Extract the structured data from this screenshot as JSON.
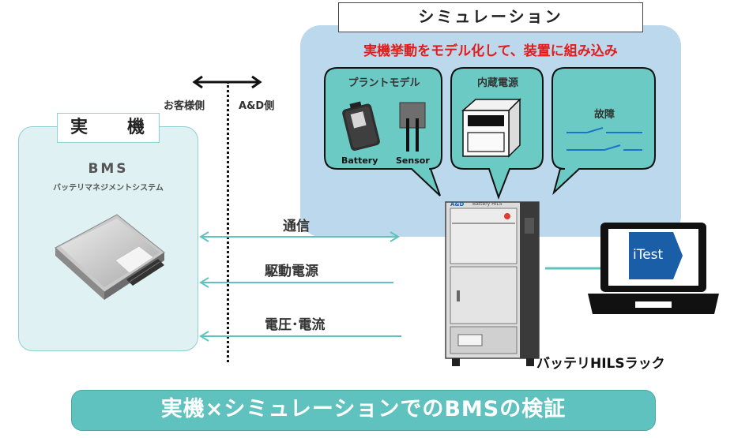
{
  "real_section": {
    "label": "実　機",
    "device_title": "BMS",
    "device_subtitle": "バッテリマネジメントシステム"
  },
  "boundary": {
    "left_label": "お客様側",
    "right_label": "A&D側"
  },
  "simulation": {
    "label": "シミュレーション",
    "subtitle": "実機挙動をモデル化して、装置に組み込み",
    "bubbles": [
      {
        "title": "プラントモデル",
        "items": [
          "Battery",
          "Sensor"
        ]
      },
      {
        "title": "内蔵電源"
      },
      {
        "title": "故障"
      }
    ]
  },
  "signals": [
    {
      "label": "通信",
      "direction": "both"
    },
    {
      "label": "駆動電源",
      "direction": "to-left"
    },
    {
      "label": "電圧･電流",
      "direction": "to-left"
    }
  ],
  "rack": {
    "label": "バッテリHILSラック",
    "brand": "A&D",
    "model": "Battery HILS"
  },
  "laptop": {
    "screen_text": "iTest"
  },
  "banner": {
    "text": "実機×シミュレーションでのBMSの検証"
  },
  "colors": {
    "teal": "#5fc2be",
    "sim_panel": "#bcd8ec",
    "real_panel": "#dff1f2",
    "bubble": "#6ccac5",
    "accent_red": "#e21b1b",
    "laptop_blue": "#1a5ea8"
  }
}
